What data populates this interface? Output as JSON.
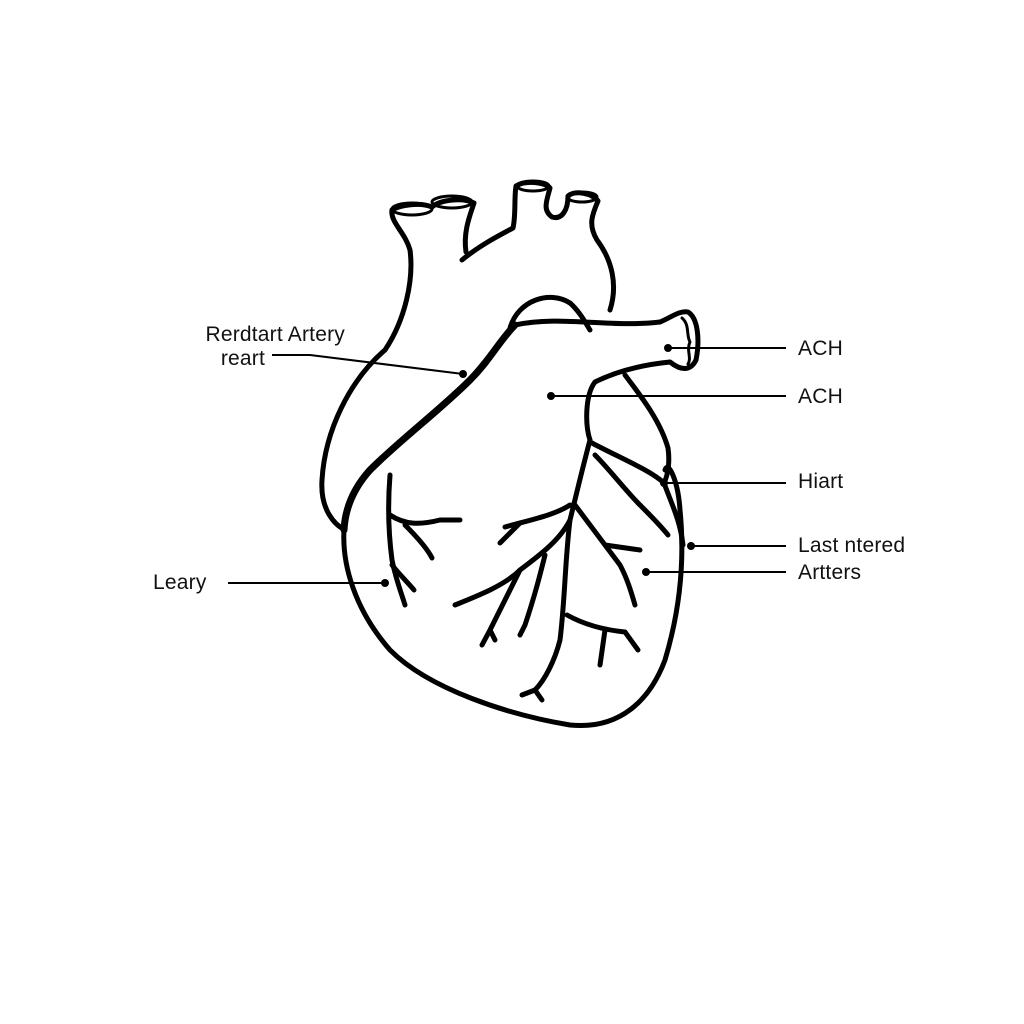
{
  "diagram": {
    "title": "Heart line illustration with coronary arteries",
    "colors": {
      "line": "#000000",
      "background": "#ffffff",
      "text": "#111111"
    },
    "labels": [
      {
        "id": "label-1",
        "lines": [
          "Rerdtart Artery",
          "reart"
        ],
        "side": "left",
        "pointer": [
          463,
          374
        ]
      },
      {
        "id": "label-2",
        "lines": [
          "ACH"
        ],
        "side": "right",
        "pointer": [
          668,
          348
        ]
      },
      {
        "id": "label-3",
        "lines": [
          "ACH"
        ],
        "side": "right",
        "pointer": [
          551,
          396
        ]
      },
      {
        "id": "label-4",
        "lines": [
          "Hiart"
        ],
        "side": "right",
        "pointer": [
          664,
          483
        ]
      },
      {
        "id": "label-5",
        "lines": [
          "Last ntered"
        ],
        "side": "right",
        "pointer": [
          691,
          546
        ]
      },
      {
        "id": "label-6",
        "lines": [
          "Artters"
        ],
        "side": "right",
        "pointer": [
          646,
          572
        ]
      },
      {
        "id": "label-7",
        "lines": [
          "Leary"
        ],
        "side": "left",
        "pointer": [
          385,
          583
        ]
      }
    ]
  }
}
